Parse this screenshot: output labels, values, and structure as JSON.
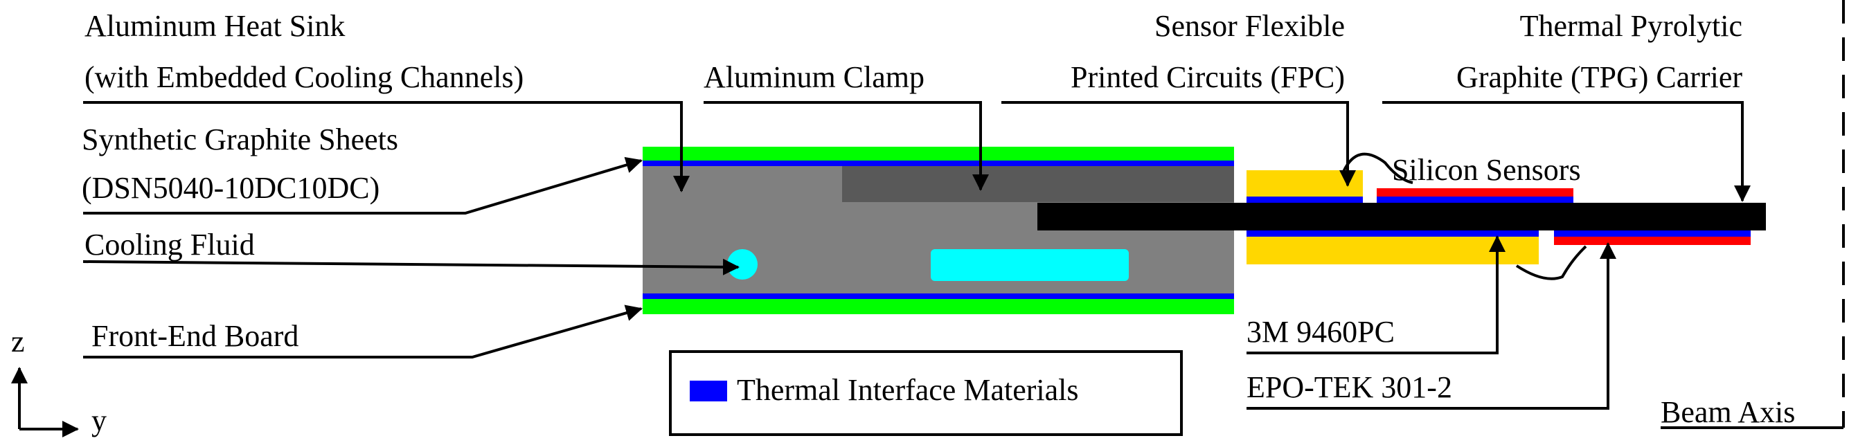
{
  "labels": {
    "heat_sink_line1": "Aluminum Heat Sink",
    "heat_sink_line2": "(with Embedded Cooling Channels)",
    "graphite_line1": "Synthetic Graphite Sheets",
    "graphite_line2": "(DSN5040-10DC10DC)",
    "cooling_fluid": "Cooling Fluid",
    "front_end_board": "Front-End Board",
    "clamp": "Aluminum Clamp",
    "fpc_line1": "Sensor Flexible",
    "fpc_line2": "Printed Circuits (FPC)",
    "tpg_line1": "Thermal Pyrolytic",
    "tpg_line2": "Graphite (TPG) Carrier",
    "silicon_sensors": "Silicon Sensors",
    "adhesive_3m": "3M 9460PC",
    "epotek": "EPO-TEK 301-2",
    "beam_axis": "Beam Axis"
  },
  "legend": {
    "item": "Thermal Interface Materials",
    "swatch_color": "#0000ff"
  },
  "axes": {
    "z_label": "z",
    "y_label": "y"
  },
  "colors": {
    "heat_sink": "#808080",
    "clamp": "#595959",
    "graphite_sheet": "#00ff00",
    "tim": "#0000ff",
    "cooling_fluid": "#00ffff",
    "fpc": "#ffd700",
    "sensor": "#ff0000",
    "tpg_carrier": "#000000"
  }
}
